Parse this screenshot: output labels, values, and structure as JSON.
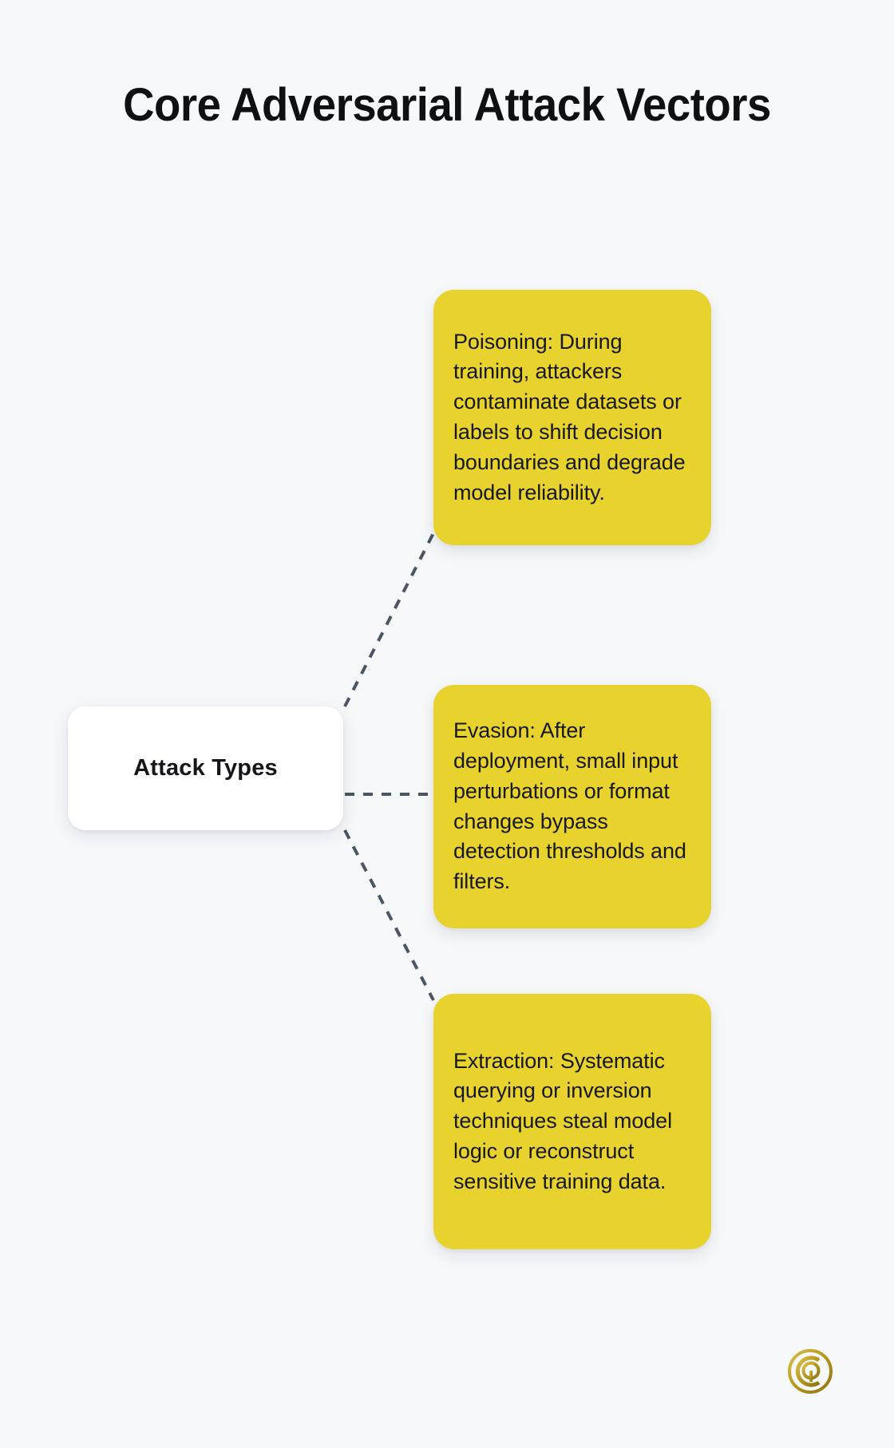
{
  "page": {
    "title": "Core Adversarial Attack Vectors",
    "background_color": "#f7f8fa",
    "accent_color": "#e8d22e",
    "text_color": "#17181a",
    "connector_color": "#4b5563",
    "logo_color": "#b89a1e"
  },
  "diagram": {
    "type": "mind-map",
    "center": {
      "label": "Attack Types",
      "fill": "#ffffff"
    },
    "branches": [
      {
        "id": "poisoning",
        "label": "Poisoning: During training, attackers contaminate datasets or labels to shift decision boundaries and degrade model reliability.",
        "fill": "#e8d22e"
      },
      {
        "id": "evasion",
        "label": "Evasion: After deployment, small input perturbations or format changes bypass detection thresholds and filters.",
        "fill": "#e8d22e"
      },
      {
        "id": "extraction",
        "label": "Extraction: Systematic querying or inversion techniques steal model logic or reconstruct sensitive training data.",
        "fill": "#e8d22e"
      }
    ],
    "connector_style": "dashed"
  },
  "logo": {
    "name": "cq-monogram-logo",
    "letters": "CQ"
  }
}
